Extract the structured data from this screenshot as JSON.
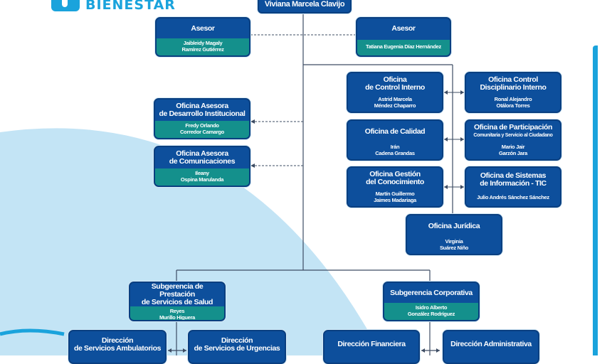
{
  "brand": {
    "logo_text": "BIENESTAR"
  },
  "top": {
    "title": "Viviana Marcela Clavijo"
  },
  "asesores": [
    {
      "title": "Asesor",
      "people": [
        "Jaibleidy Magaly",
        "Ramírez Gutiérrez"
      ]
    },
    {
      "title": "Asesor",
      "people": [
        "Tatiana Eugenia Díaz Hernández"
      ]
    }
  ],
  "left_offices": [
    {
      "title_lines": [
        "Oficina Asesora",
        "de Desarrollo Institucional"
      ],
      "people": [
        "Fredy Orlando",
        "Corredor Camargo"
      ]
    },
    {
      "title_lines": [
        "Oficina Asesora",
        "de Comunicaciones"
      ],
      "people": [
        "Ileany",
        "Ospina Marulanda"
      ]
    }
  ],
  "right_offices": [
    {
      "title_lines": [
        "Oficina",
        "de Control Interno"
      ],
      "people": [
        "Astrid Marcela",
        "Méndez Chaparro"
      ]
    },
    {
      "title_lines": [
        "Oficina Control",
        "Disciplinario Interno"
      ],
      "people": [
        "Ronal Alejandro",
        "Otálora Torres"
      ]
    },
    {
      "title_lines": [
        "Oficina de Calidad"
      ],
      "people": [
        "Irán",
        "Cadena Grandas"
      ]
    },
    {
      "title_lines": [
        "Oficina de Participación",
        "Comunitaria y Servicio al Ciudadano"
      ],
      "people": [
        "Mario Jair",
        "Garzón Jara"
      ]
    },
    {
      "title_lines": [
        "Oficina Gestión",
        "del Conocimiento"
      ],
      "people": [
        "Martín Guillermo",
        "Jaimes Madariaga"
      ]
    },
    {
      "title_lines": [
        "Oficina de Sistemas",
        "de Información - TIC"
      ],
      "people": [
        "Julio Andrés Sánchez Sánchez"
      ]
    },
    {
      "title_lines": [
        "Oficina Jurídica"
      ],
      "people": [
        "Virginia",
        "Suárez Niño"
      ]
    }
  ],
  "subgerencias": [
    {
      "title_lines": [
        "Subgerencia de Prestación",
        "de Servicios de Salud"
      ],
      "people": [
        "Reyes",
        "Murillo Higuera"
      ]
    },
    {
      "title_lines": [
        "Subgerencia Corporativa"
      ],
      "people": [
        "Isidro Alberto",
        "González Rodríguez"
      ]
    }
  ],
  "direcciones": [
    {
      "title_lines": [
        "Dirección",
        "de Servicios Ambulatorios"
      ]
    },
    {
      "title_lines": [
        "Dirección",
        "de Servicios de Urgencias"
      ]
    },
    {
      "title_lines": [
        "Dirección Financiera"
      ]
    },
    {
      "title_lines": [
        "Dirección Administrativa"
      ]
    }
  ],
  "colors": {
    "node_fill": "#0d4f9c",
    "person_band": "#14908c",
    "accent": "#1aa3dc",
    "background_arc": "#bfe3f5"
  }
}
